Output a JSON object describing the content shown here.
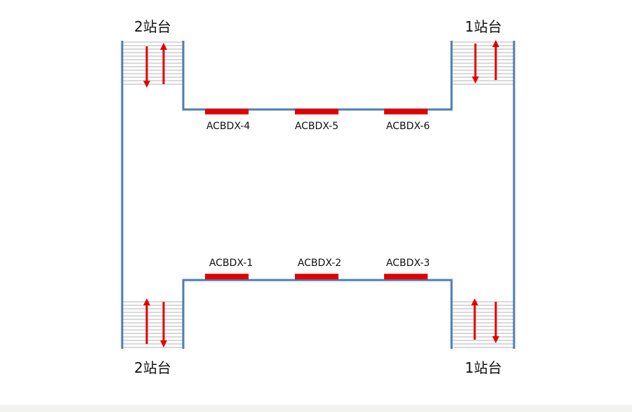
{
  "platforms": {
    "top_left": "2站台",
    "top_right": "1站台",
    "bottom_left": "2站台",
    "bottom_right": "1站台"
  },
  "devices": {
    "top": [
      "ACBDX-4",
      "ACBDX-5",
      "ACBDX-6"
    ],
    "bottom": [
      "ACBDX-1",
      "ACBDX-2",
      "ACBDX-3"
    ]
  },
  "colors": {
    "corridor": "#4a7db3",
    "device": "#e30000",
    "arrow": "#e30000",
    "stair_lines": "#9a9a9a"
  },
  "icons": {
    "stairs": "stairs-icon",
    "up": "arrow-up-icon",
    "down": "arrow-down-icon"
  }
}
